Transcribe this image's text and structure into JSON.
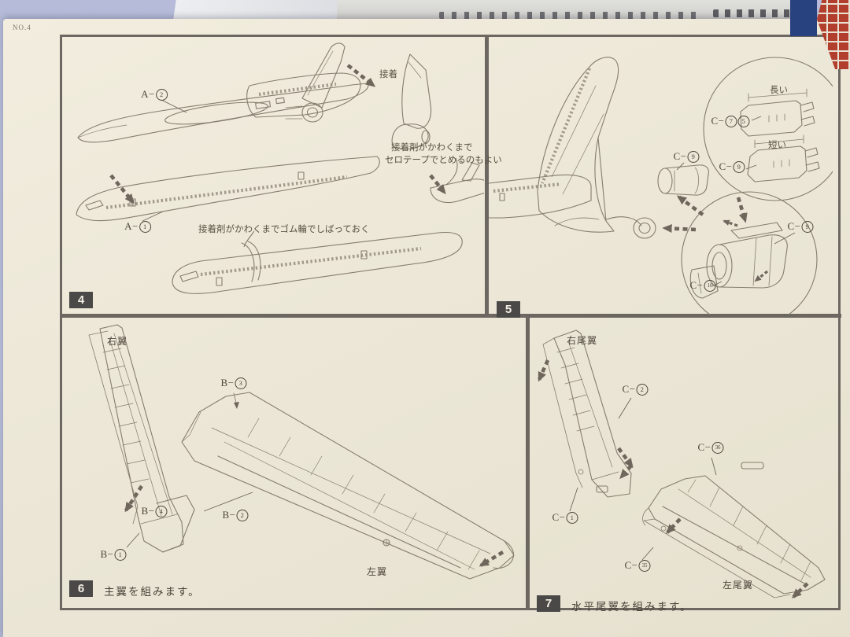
{
  "sheet": {
    "page_no": "NO.4"
  },
  "colors": {
    "paper": "#ece7d7",
    "frame": "#6c6761",
    "line_art": "#857d6e",
    "badge": "#4a4947",
    "backdrop": "#b9bfdc"
  },
  "step4": {
    "number": "4",
    "parts": {
      "a2": {
        "p": "A−",
        "n": "2"
      },
      "a1": {
        "p": "A−",
        "n": "1"
      }
    },
    "notes": {
      "glue": "接着",
      "tape1": "接着剤がかわくまで",
      "tape2": "セロテープでとめるのもよい",
      "rubber": "接着剤がかわくまでゴム輪でしばっておく"
    }
  },
  "step5": {
    "number": "5",
    "parts": {
      "c9_main": {
        "p": "C−",
        "n": "9"
      },
      "c75": {
        "p": "C−",
        "n1": "7",
        "n2": "5"
      },
      "c9_short": {
        "p": "C−",
        "n": "9"
      },
      "c9_circle": {
        "p": "C−",
        "n": "9"
      },
      "c10": {
        "p": "C−",
        "n": "10"
      }
    },
    "notes": {
      "long": "長い",
      "short": "短い"
    }
  },
  "step6": {
    "number": "6",
    "caption": "主翼を組みます。",
    "labels": {
      "right_wing": "右翼",
      "left_wing": "左翼"
    },
    "parts": {
      "b3": {
        "p": "B−",
        "n": "3"
      },
      "b4": {
        "p": "B−",
        "n": "4"
      },
      "b2": {
        "p": "B−",
        "n": "2"
      },
      "b1": {
        "p": "B−",
        "n": "1"
      }
    }
  },
  "step7": {
    "number": "7",
    "caption": "水平尾翼を組みます。",
    "labels": {
      "right_tail": "右尾翼",
      "left_tail": "左尾翼"
    },
    "parts": {
      "c2": {
        "p": "C−",
        "n": "2"
      },
      "c1": {
        "p": "C−",
        "n": "1"
      },
      "c36": {
        "p": "C−",
        "n": "36"
      },
      "c35": {
        "p": "C−",
        "n": "35"
      }
    }
  }
}
